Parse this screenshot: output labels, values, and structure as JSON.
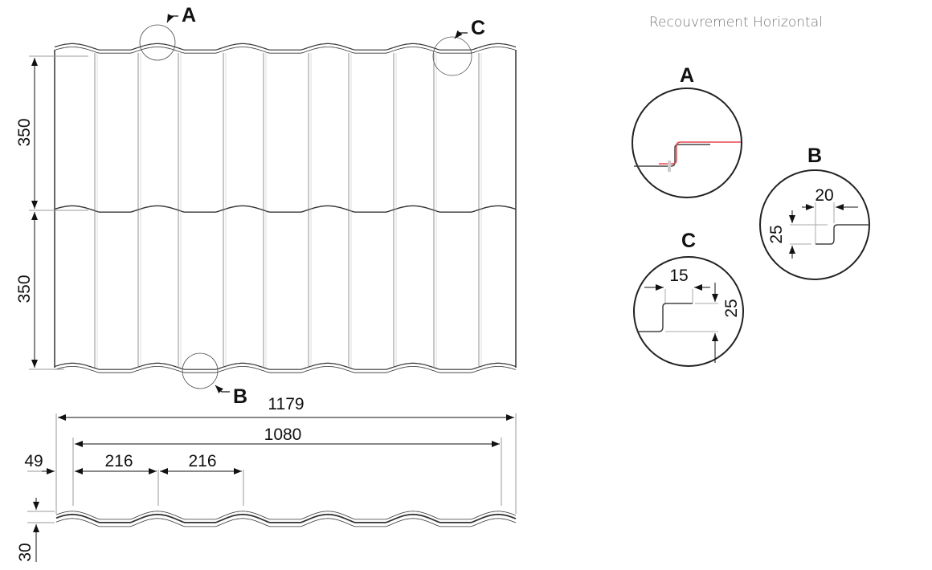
{
  "title": "Recouvrement Horizontal",
  "main_view": {
    "callouts": [
      "A",
      "B",
      "C"
    ],
    "heights": [
      "350",
      "350"
    ]
  },
  "profile_view": {
    "total_width": "1179",
    "effective_width": "1080",
    "edge_offset": "49",
    "pitch_1": "216",
    "pitch_2": "216",
    "profile_height": "30"
  },
  "details": {
    "A": {
      "label": "A",
      "overlap_color": "#e8474f"
    },
    "B": {
      "label": "B",
      "width": "20",
      "height": "25"
    },
    "C": {
      "label": "C",
      "width": "15",
      "height": "25"
    }
  }
}
